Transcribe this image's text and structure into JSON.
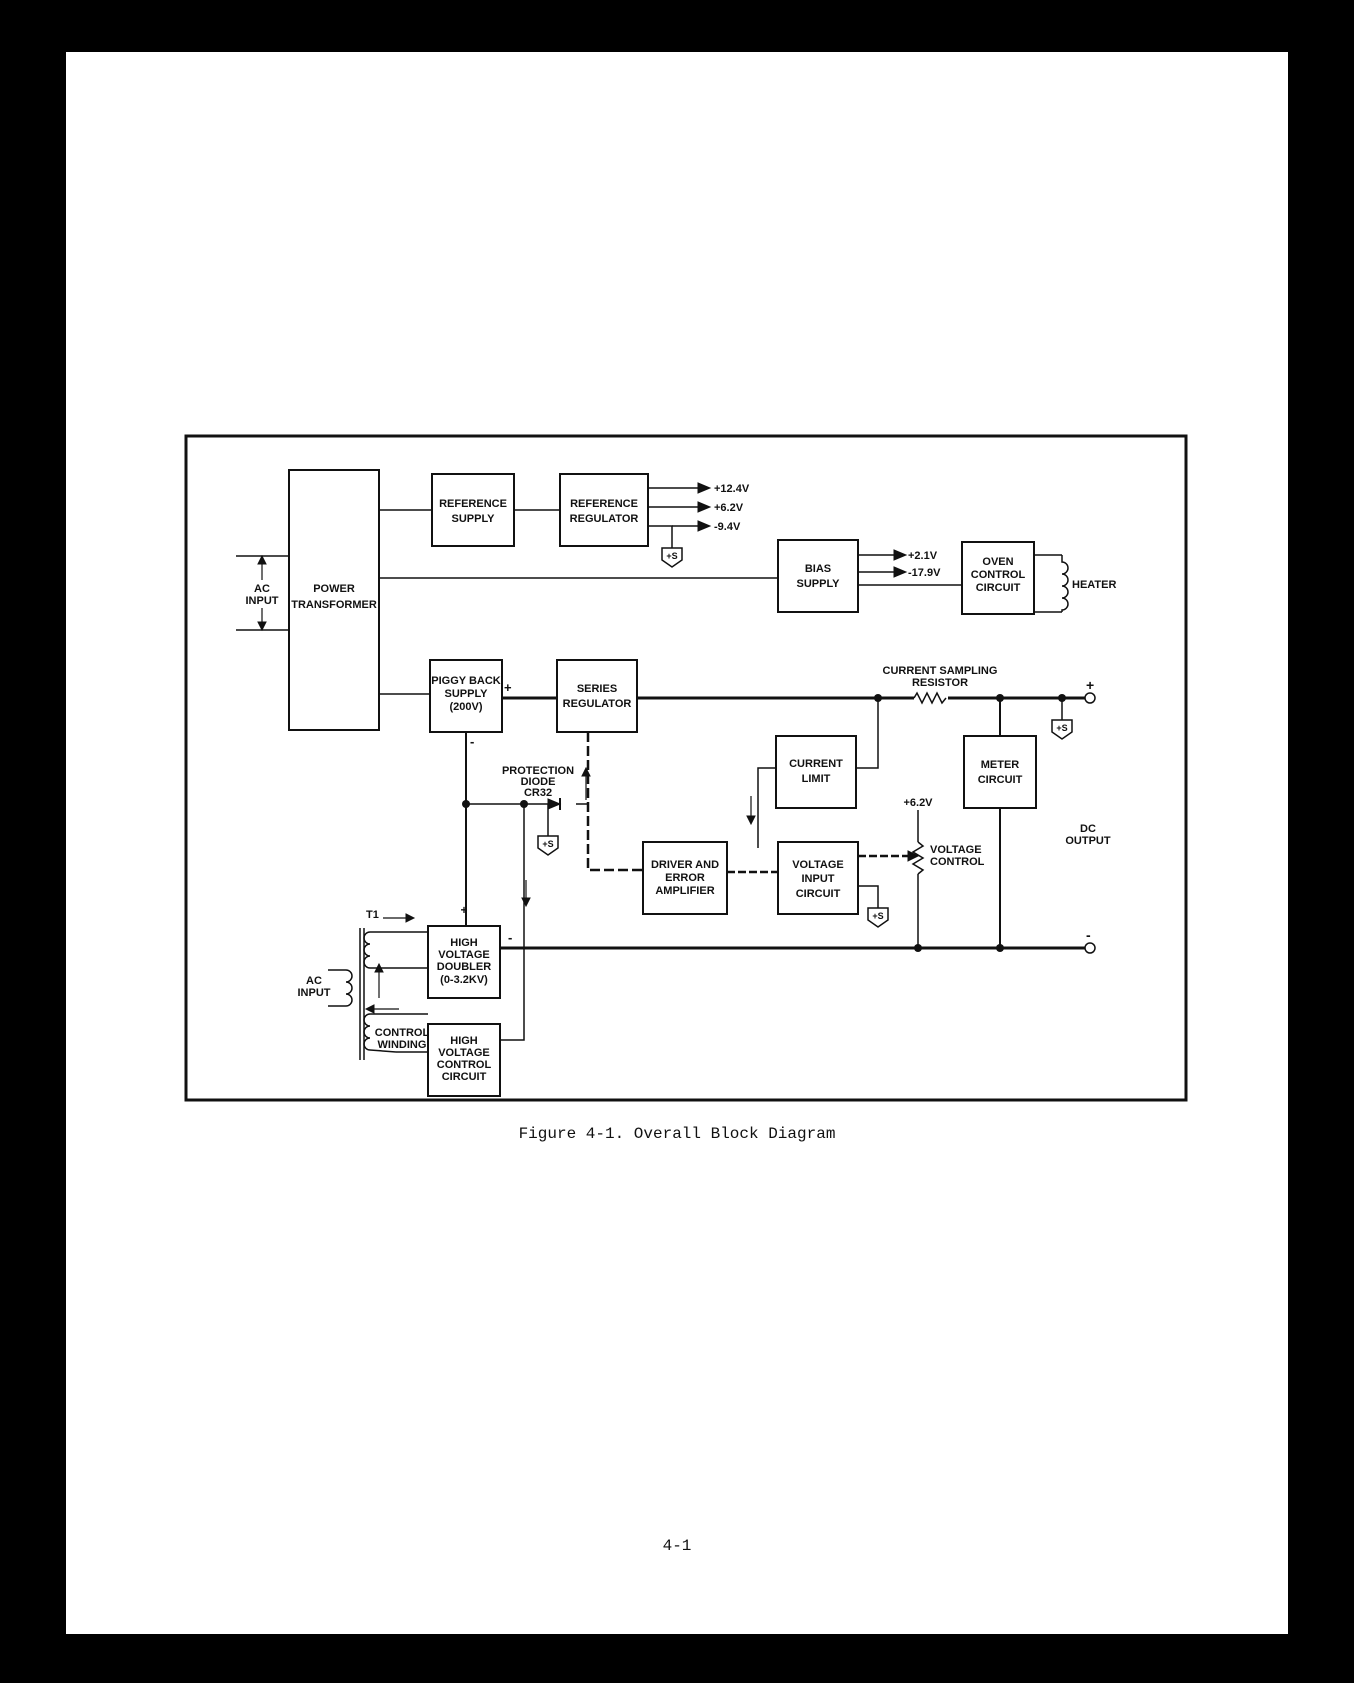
{
  "caption": "Figure 4-1.  Overall Block Diagram",
  "page_number": "4-1",
  "blocks": {
    "power_transformer": [
      "POWER",
      "TRANSFORMER"
    ],
    "reference_supply": [
      "REFERENCE",
      "SUPPLY"
    ],
    "reference_regulator": [
      "REFERENCE",
      "REGULATOR"
    ],
    "bias_supply": [
      "BIAS",
      "SUPPLY"
    ],
    "oven_control": [
      "OVEN",
      "CONTROL",
      "CIRCUIT"
    ],
    "piggyback_supply": [
      "PIGGY BACK",
      "SUPPLY",
      "(200V)"
    ],
    "series_regulator": [
      "SERIES",
      "REGULATOR"
    ],
    "current_limit": [
      "CURRENT",
      "LIMIT"
    ],
    "meter_circuit": [
      "METER",
      "CIRCUIT"
    ],
    "driver_error_amp": [
      "DRIVER AND",
      "ERROR",
      "AMPLIFIER"
    ],
    "voltage_input": [
      "VOLTAGE",
      "INPUT",
      "CIRCUIT"
    ],
    "hv_doubler": [
      "HIGH",
      "VOLTAGE",
      "DOUBLER",
      "(0-3.2KV)"
    ],
    "hv_control": [
      "HIGH",
      "VOLTAGE",
      "CONTROL",
      "CIRCUIT"
    ]
  },
  "labels": {
    "ac_input_top": [
      "AC",
      "INPUT"
    ],
    "ac_input_bottom": [
      "AC",
      "INPUT"
    ],
    "v_12_4": "+12.4V",
    "v_6_2_ref": "+6.2V",
    "v_neg_9_4": "-9.4V",
    "v_2_1": "+2.1V",
    "v_neg_17_9": "-17.9V",
    "heater": "HEATER",
    "current_sampling": [
      "CURRENT SAMPLING",
      "RESISTOR"
    ],
    "protection_diode": [
      "PROTECTION",
      "DIODE",
      "CR32"
    ],
    "plus_s": "+S",
    "v_6_2_control": "+6.2V",
    "voltage_control": [
      "VOLTAGE",
      "CONTROL"
    ],
    "dc_output": [
      "DC",
      "OUTPUT"
    ],
    "t1": "T1",
    "control_winding": [
      "CONTROL",
      "WINDING"
    ],
    "plus": "+",
    "minus": "-"
  }
}
